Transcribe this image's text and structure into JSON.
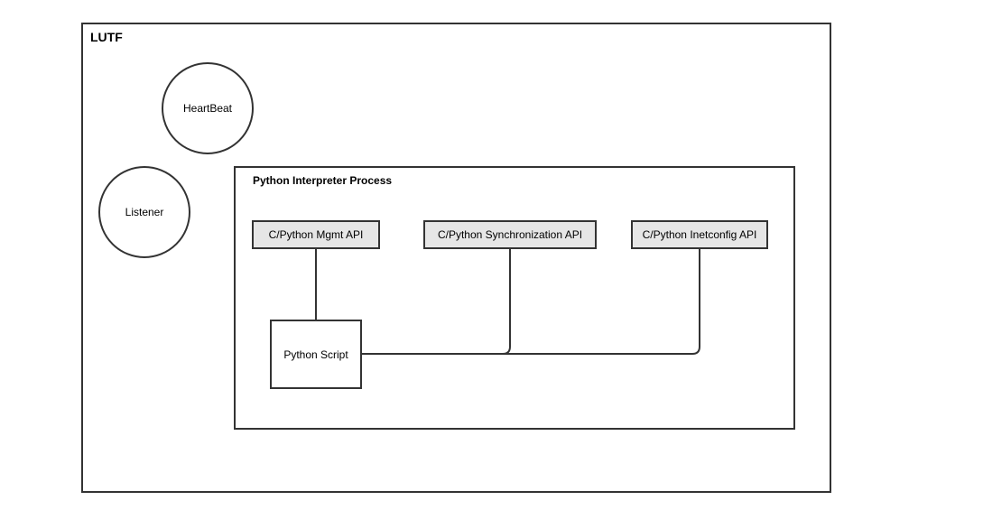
{
  "diagram": {
    "outer_title": "LUTF",
    "heartbeat_label": "HeartBeat",
    "listener_label": "Listener",
    "process_title": "Python Interpreter Process",
    "apis": {
      "mgmt": "C/Python Mgmt API",
      "sync": "C/Python Synchronization API",
      "inetconfig": "C/Python Inetconfig API"
    },
    "script_label": "Python Script"
  },
  "colors": {
    "stroke": "#333333",
    "api_fill": "#e6e6e6",
    "background": "#ffffff"
  }
}
